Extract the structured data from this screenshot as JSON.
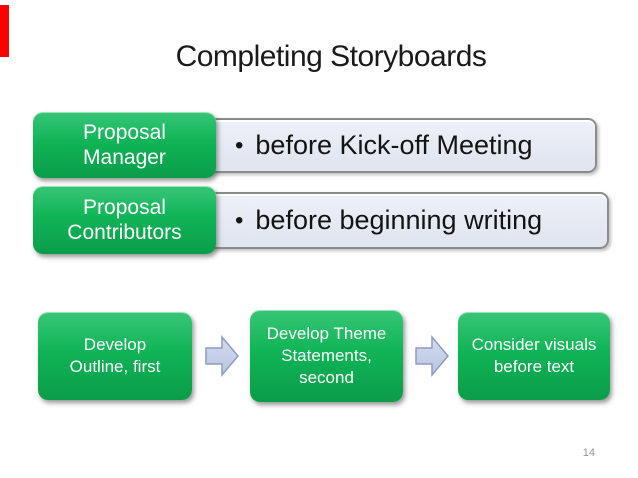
{
  "slide": {
    "title": "Completing Storyboards",
    "page_number": "14"
  },
  "role_rows": [
    {
      "role": "Proposal\nManager",
      "bullet": "•",
      "note": "before Kick-off Meeting"
    },
    {
      "role": "Proposal\nContributors",
      "bullet": "•",
      "note": "before beginning writing"
    }
  ],
  "process_steps": [
    {
      "label": "Develop\nOutline, first"
    },
    {
      "label": "Develop Theme\nStatements,\nsecond"
    },
    {
      "label": "Consider visuals\nbefore text"
    }
  ],
  "icons": {
    "flow_arrow": "right-block-arrow"
  },
  "colors": {
    "accent_green": "#10b457",
    "accent_green_light": "#38c677",
    "accent_green_deep": "#0b9d4a",
    "bar_fill": "#e2e6f1",
    "bar_fill_light": "#eef1f8",
    "bar_border": "#8b8b8b",
    "arrow_fill_top": "#d4dcee",
    "arrow_fill_bottom": "#b9c5e0",
    "arrow_border": "#8e9ac2",
    "red_marker": "#fd0101",
    "title_text": "#1a1a1a",
    "note_text": "#141414",
    "page_number": "#949494"
  }
}
